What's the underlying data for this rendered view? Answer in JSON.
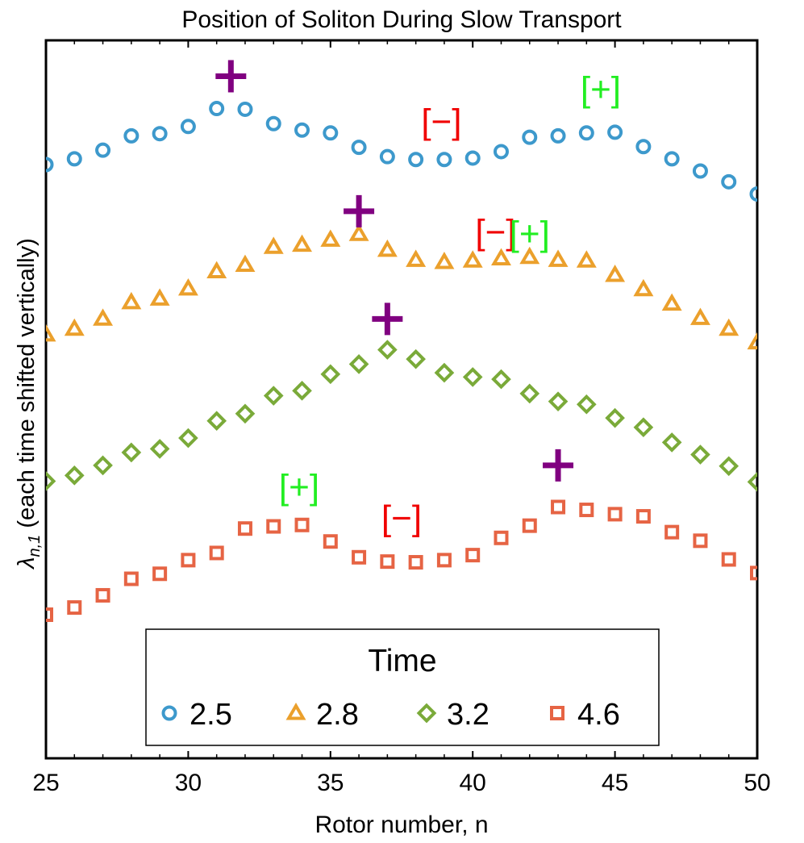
{
  "chart_data": {
    "type": "scatter",
    "title": "Position of Soliton During Slow Transport",
    "xlabel": "Rotor number, n",
    "ylabel_symbol": "λ",
    "ylabel_subscript": "n,1",
    "ylabel_suffix": " (each time shifted vertically)",
    "xlim": [
      25,
      50
    ],
    "ylim": [
      0,
      100
    ],
    "xticks": [
      "25",
      "30",
      "35",
      "40",
      "45",
      "50"
    ],
    "y_tick_labels": false,
    "grid": false,
    "legend": {
      "title": "Time",
      "placement": "bottom-center",
      "entries": [
        "2.5",
        "2.8",
        "3.2",
        "4.6"
      ]
    },
    "series": [
      {
        "name": "2.5",
        "marker": "circle",
        "color": "#3d99cc",
        "x": [
          25,
          26,
          27,
          28,
          29,
          30,
          31,
          32,
          33,
          34,
          35,
          36,
          37,
          38,
          39,
          40,
          41,
          42,
          43,
          44,
          45,
          46,
          47,
          48,
          49,
          50
        ],
        "y": [
          82.7,
          83.5,
          84.7,
          86.7,
          87.0,
          88.0,
          90.5,
          90.4,
          88.4,
          87.5,
          87.1,
          85.1,
          83.8,
          83.4,
          83.4,
          83.6,
          84.5,
          86.5,
          86.7,
          87.1,
          87.2,
          85.2,
          83.5,
          81.8,
          80.3,
          78.6
        ]
      },
      {
        "name": "2.8",
        "marker": "triangle",
        "color": "#eba02c",
        "x": [
          25,
          26,
          27,
          28,
          29,
          30,
          31,
          32,
          33,
          34,
          35,
          36,
          37,
          38,
          39,
          40,
          41,
          42,
          43,
          44,
          45,
          46,
          47,
          48,
          49,
          50
        ],
        "y": [
          59.0,
          59.8,
          61.2,
          63.5,
          64.0,
          65.4,
          67.8,
          68.7,
          71.2,
          71.5,
          72.2,
          73.0,
          70.8,
          69.4,
          69.1,
          69.3,
          69.6,
          69.8,
          69.4,
          69.3,
          67.3,
          65.3,
          63.3,
          61.3,
          59.8,
          57.9
        ]
      },
      {
        "name": "3.2",
        "marker": "diamond",
        "color": "#7aaa39",
        "x": [
          25,
          26,
          27,
          28,
          29,
          30,
          31,
          32,
          33,
          34,
          35,
          36,
          37,
          38,
          39,
          40,
          41,
          42,
          43,
          44,
          45,
          46,
          47,
          48,
          49,
          50
        ],
        "y": [
          38.6,
          39.4,
          40.8,
          42.6,
          43.1,
          44.6,
          47.0,
          48.0,
          50.5,
          51.2,
          53.5,
          54.9,
          56.9,
          55.6,
          53.7,
          53.1,
          52.8,
          50.8,
          49.7,
          49.3,
          47.4,
          46.1,
          44.0,
          42.3,
          40.7,
          38.5
        ]
      },
      {
        "name": "4.6",
        "marker": "square",
        "color": "#e66444",
        "x": [
          25,
          26,
          27,
          28,
          29,
          30,
          31,
          32,
          33,
          34,
          35,
          36,
          37,
          38,
          39,
          40,
          41,
          42,
          43,
          44,
          45,
          46,
          47,
          48,
          49,
          50
        ],
        "y": [
          20.0,
          21.0,
          22.7,
          25.0,
          25.7,
          27.6,
          28.6,
          32.0,
          32.3,
          32.5,
          30.2,
          28.0,
          27.4,
          27.3,
          27.6,
          28.3,
          30.7,
          32.4,
          35.0,
          34.6,
          34.0,
          33.7,
          31.5,
          30.3,
          27.7,
          25.8
        ]
      }
    ],
    "annotations": [
      {
        "text": "+",
        "x": 31.5,
        "y": 95.0,
        "color": "#800080",
        "kind": "plus"
      },
      {
        "text": "[−]",
        "x": 38.9,
        "y": 88.8,
        "color": "#f00000",
        "kind": "bracket"
      },
      {
        "text": "[+]",
        "x": 44.5,
        "y": 93.3,
        "color": "#22ee22",
        "kind": "bracket"
      },
      {
        "text": "+",
        "x": 36.0,
        "y": 76.2,
        "color": "#800080",
        "kind": "plus"
      },
      {
        "text": "[−]",
        "x": 40.8,
        "y": 73.4,
        "color": "#f00000",
        "kind": "bracket"
      },
      {
        "text": "[+]",
        "x": 42.0,
        "y": 73.2,
        "color": "#22ee22",
        "kind": "bracket"
      },
      {
        "text": "+",
        "x": 37.0,
        "y": 61.2,
        "color": "#800080",
        "kind": "plus"
      },
      {
        "text": "[+]",
        "x": 33.9,
        "y": 37.9,
        "color": "#22ee22",
        "kind": "bracket"
      },
      {
        "text": "[−]",
        "x": 37.5,
        "y": 33.6,
        "color": "#f00000",
        "kind": "bracket"
      },
      {
        "text": "+",
        "x": 43.0,
        "y": 40.8,
        "color": "#800080",
        "kind": "plus"
      }
    ]
  }
}
